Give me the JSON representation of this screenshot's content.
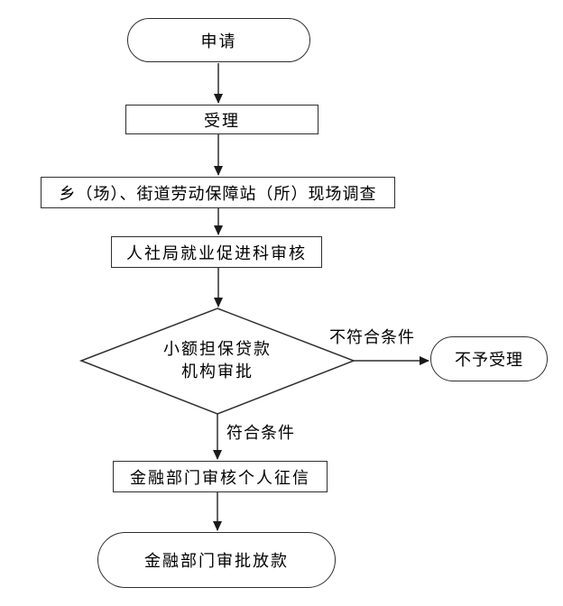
{
  "diagram": {
    "type": "flowchart",
    "nodes": [
      {
        "id": "apply",
        "shape": "terminator",
        "label": "申请"
      },
      {
        "id": "accept",
        "shape": "process",
        "label": "受理"
      },
      {
        "id": "survey",
        "shape": "process",
        "label": "乡（场）、街道劳动保障站（所）现场调查"
      },
      {
        "id": "review",
        "shape": "process",
        "label": "人社局就业促进科审核"
      },
      {
        "id": "decision",
        "shape": "decision",
        "label": "小额担保贷款机构审批",
        "label_line1": "小额担保贷款",
        "label_line2": "机构审批"
      },
      {
        "id": "reject",
        "shape": "terminator",
        "label": "不予受理"
      },
      {
        "id": "credit",
        "shape": "process",
        "label": "金融部门审核个人征信"
      },
      {
        "id": "disburse",
        "shape": "terminator",
        "label": "金融部门审批放款"
      }
    ],
    "edges": [
      {
        "from": "apply",
        "to": "accept",
        "label": ""
      },
      {
        "from": "accept",
        "to": "survey",
        "label": ""
      },
      {
        "from": "survey",
        "to": "review",
        "label": ""
      },
      {
        "from": "review",
        "to": "decision",
        "label": ""
      },
      {
        "from": "decision",
        "to": "reject",
        "label": "不符合条件"
      },
      {
        "from": "decision",
        "to": "credit",
        "label": "符合条件"
      },
      {
        "from": "credit",
        "to": "disburse",
        "label": ""
      }
    ],
    "colors": {
      "background": "#ffffff",
      "line": "#2e2e2e",
      "arrowhead": "#1a1a1a",
      "shape_fill": "#ffffff",
      "text": "#000000"
    }
  }
}
